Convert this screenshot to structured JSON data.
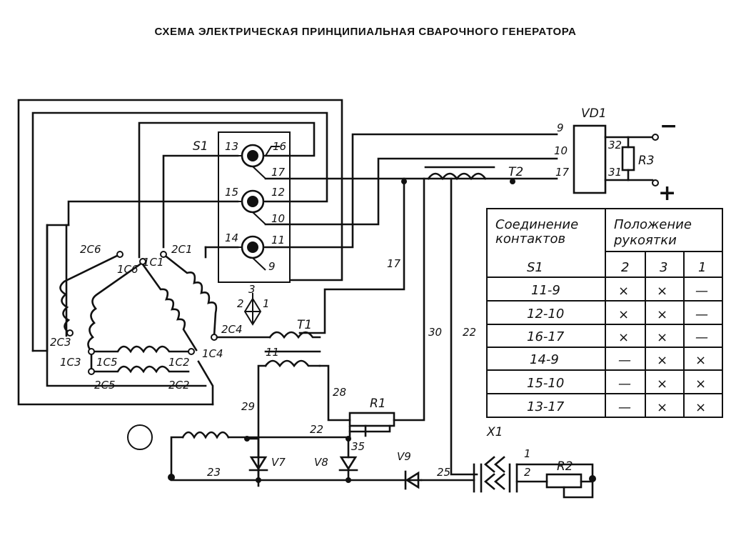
{
  "title": "СХЕМА ЭЛЕКТРИЧЕСКАЯ ПРИНЦИПИАЛЬНАЯ СВАРОЧНОГО ГЕНЕРАТОРА",
  "components": {
    "switch": "S1",
    "rectifier": "VD1",
    "resistor_r3": "R3",
    "transformer_t2": "T2",
    "transformer_t1": "T1",
    "resistor_r1": "R1",
    "resistor_r2": "R2",
    "connector_x1": "X1",
    "diode_v7": "V7",
    "diode_v8": "V8",
    "diode_v9": "V9"
  },
  "polarity": {
    "minus": "−",
    "plus": "+"
  },
  "switch_contacts": [
    "13",
    "16",
    "17",
    "15",
    "12",
    "10",
    "14",
    "11",
    "9"
  ],
  "rectifier_pins": [
    "9",
    "10",
    "17",
    "32",
    "31"
  ],
  "handle_positions": [
    "3",
    "2",
    "1"
  ],
  "winding_labels": [
    "2C6",
    "1C6",
    "1C1",
    "2C1",
    "2C3",
    "1C3",
    "1C5",
    "2C5",
    "1C2",
    "2C2",
    "1C4",
    "2C4"
  ],
  "wire_numbers": [
    "17",
    "30",
    "22",
    "11",
    "28",
    "29",
    "22",
    "35",
    "23",
    "25",
    "1",
    "2"
  ],
  "table": {
    "col1_header": [
      "Соединение",
      "контактов"
    ],
    "col2_header": [
      "Положение",
      "рукоятки"
    ],
    "switch_label": "S1",
    "positions": [
      "2",
      "3",
      "1"
    ],
    "rows": [
      {
        "conn": "11-9",
        "marks": [
          "×",
          "×",
          "—"
        ]
      },
      {
        "conn": "12-10",
        "marks": [
          "×",
          "×",
          "—"
        ]
      },
      {
        "conn": "16-17",
        "marks": [
          "×",
          "×",
          "—"
        ]
      },
      {
        "conn": "14-9",
        "marks": [
          "—",
          "×",
          "×"
        ]
      },
      {
        "conn": "15-10",
        "marks": [
          "—",
          "×",
          "×"
        ]
      },
      {
        "conn": "13-17",
        "marks": [
          "—",
          "×",
          "×"
        ]
      }
    ]
  }
}
